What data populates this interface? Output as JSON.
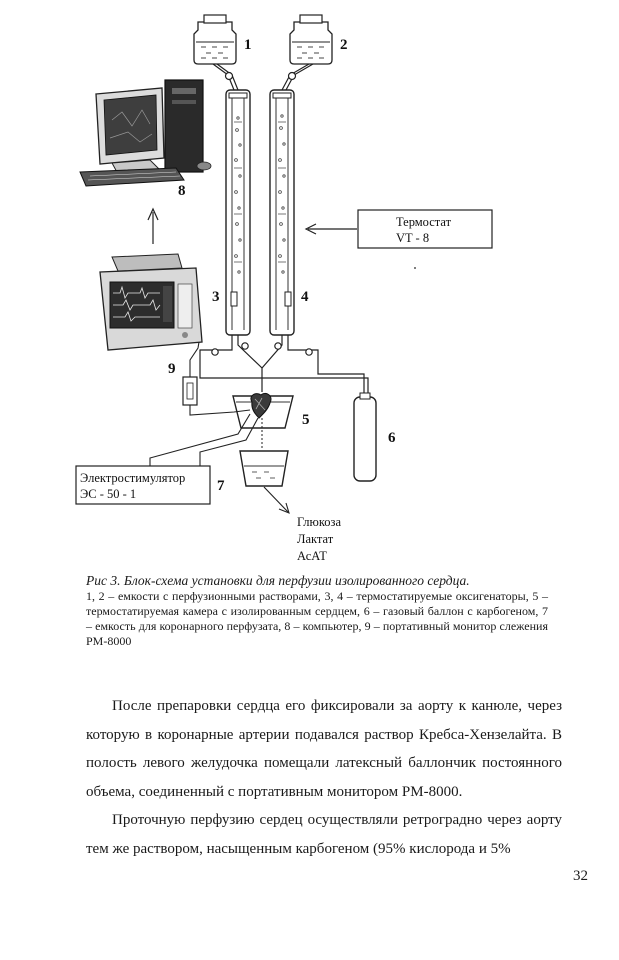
{
  "figure": {
    "labels": {
      "container1": "1",
      "container2": "2",
      "oxygenator3": "3",
      "oxygenator4": "4",
      "heart_chamber": "5",
      "gas_cylinder": "6",
      "perfusate_vessel": "7",
      "computer": "8",
      "monitor": "9"
    },
    "thermostat_box": {
      "line1": "Термостат",
      "line2": "VT - 8"
    },
    "stimulator_box": {
      "line1": "Электростимулятор",
      "line2": "ЭС - 50 - 1"
    },
    "outputs": [
      "Глюкоза",
      "Лактат",
      "АсАТ"
    ]
  },
  "caption": {
    "title": "Рис 3. Блок-схема установки для перфузии изолированного сердца.",
    "legend": "1, 2 – емкости с перфузионными растворами, 3, 4 – термостатируемые оксигенаторы, 5 – термостатируемая камера с изолированным сердцем, 6 – газовый баллон с карбогеном, 7 – емкость для коронарного перфузата, 8 – компьютер, 9 – портативный монитор слежения PM-8000"
  },
  "body": {
    "paragraph1": "После препаровки сердца его фиксировали за аорту к канюле, через которую в коронарные артерии подавался раствор Кребса-Хензелайта. В полость левого желудочка помещали латексный баллончик постоянного объема, соединенный с портативным монитором PM-8000.",
    "paragraph2": "Проточную перфузию сердец осуществляли ретроградно через аорту тем же раствором, насыщенным карбогеном (95% кислорода и 5%"
  },
  "page_number": "32"
}
